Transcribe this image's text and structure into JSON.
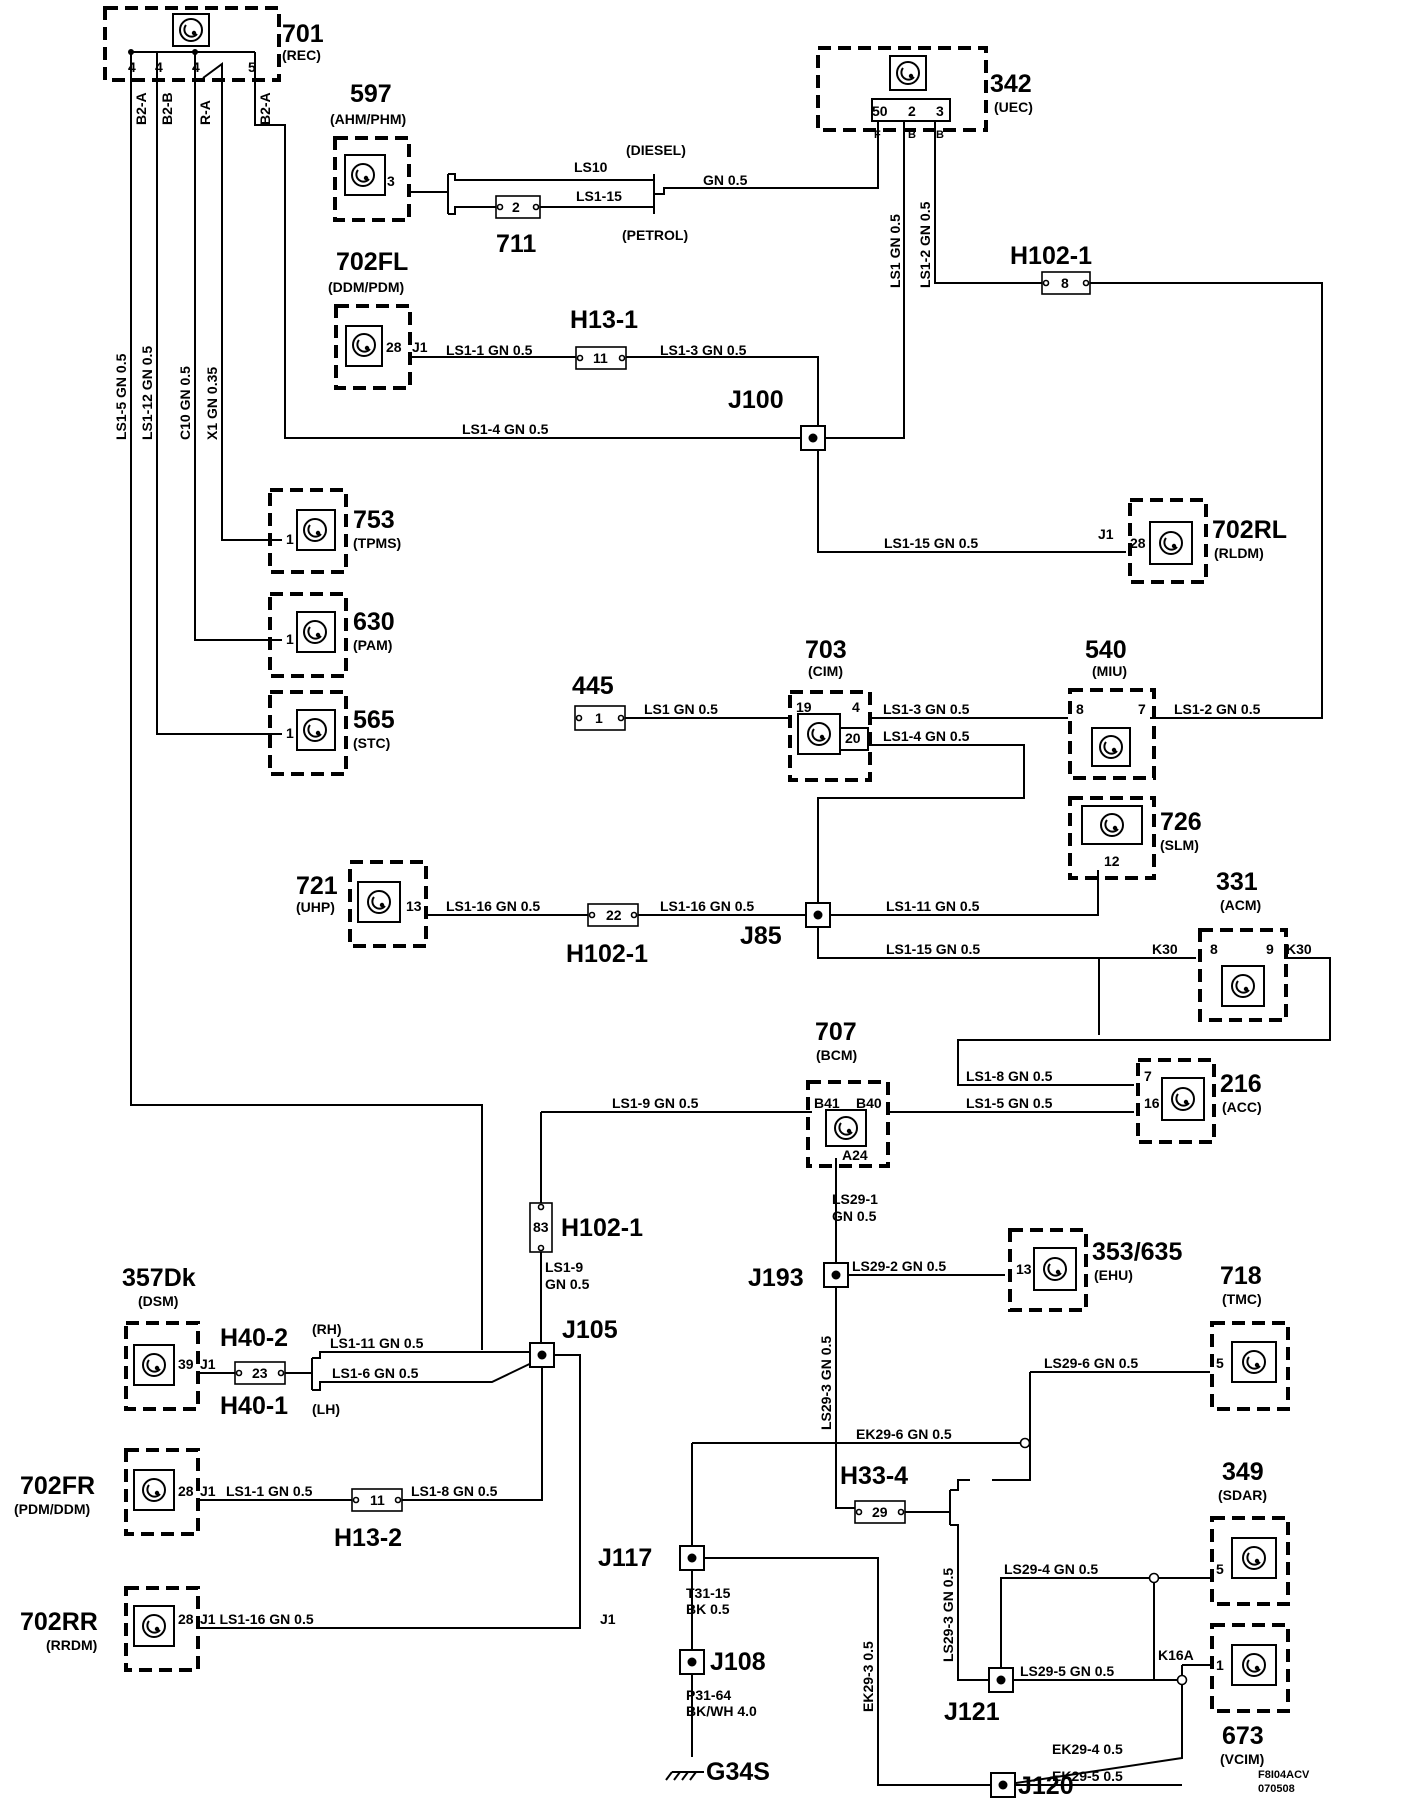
{
  "code": {
    "line1": "F8I04ACV",
    "line2": "070508"
  },
  "components": [
    {
      "id": "701",
      "name": "(REC)"
    },
    {
      "id": "597",
      "name": "(AHM/PHM)"
    },
    {
      "id": "342",
      "name": "(UEC)"
    },
    {
      "id": "711",
      "name": ""
    },
    {
      "id": "702FL",
      "name": "(DDM/PDM)"
    },
    {
      "id": "753",
      "name": "(TPMS)"
    },
    {
      "id": "630",
      "name": "(PAM)"
    },
    {
      "id": "565",
      "name": "(STC)"
    },
    {
      "id": "702RL",
      "name": "(RLDM)"
    },
    {
      "id": "445",
      "name": ""
    },
    {
      "id": "703",
      "name": "(CIM)"
    },
    {
      "id": "540",
      "name": "(MIU)"
    },
    {
      "id": "726",
      "name": "(SLM)"
    },
    {
      "id": "721",
      "name": "(UHP)"
    },
    {
      "id": "331",
      "name": "(ACM)"
    },
    {
      "id": "707",
      "name": "(BCM)"
    },
    {
      "id": "216",
      "name": "(ACC)"
    },
    {
      "id": "353/635",
      "name": "(EHU)"
    },
    {
      "id": "718",
      "name": "(TMC)"
    },
    {
      "id": "357Dk",
      "name": "(DSM)"
    },
    {
      "id": "702FR",
      "name": "(PDM/DDM)"
    },
    {
      "id": "702RR",
      "name": "(RRDM)"
    },
    {
      "id": "349",
      "name": "(SDAR)"
    },
    {
      "id": "673",
      "name": "(VCIM)"
    }
  ],
  "connectors": [
    "H102-1",
    "H13-1",
    "H102-1",
    "H102-1",
    "H40-2",
    "H40-1",
    "H13-2",
    "H33-4"
  ],
  "connector_notes": {
    "rh": "(RH)",
    "lh": "(LH)",
    "diesel": "(DIESEL)",
    "petrol": "(PETROL)"
  },
  "junctions": [
    "J100",
    "J85",
    "J105",
    "J193",
    "J117",
    "J108",
    "J121",
    "J120"
  ],
  "ground": "G34S",
  "wires": [
    "B2-A",
    "B2-B",
    "R-A",
    "B2-A",
    "LS1-5   GN 0.5",
    "LS1-12   GN 0.5",
    "C10  GN 0.5",
    "X1  GN 0.35",
    "LS10",
    "LS1-15",
    "GN   0.5",
    "LS1   GN   0.5",
    "LS1-2  GN  0.5",
    "LS1-1 GN 0.5",
    "LS1-3  GN  0.5",
    "LS1-4     GN  0.5",
    "LS1-15  GN  0.5",
    "LS1   GN   0.5",
    "LS1-3  GN  0.5",
    "LS1-4  GN  0.5",
    "LS1-2   GN   0.5",
    "LS1-16  GN   0.5",
    "LS1-16  GN  0.5",
    "LS1-11  GN  0.5",
    "LS1-15  GN  0.5",
    "LS1-8  GN  0.5",
    "LS1-5  GN  0.5",
    "LS1-9   GN   0.5",
    "LS1-9",
    "GN 0.5",
    "LS29-1",
    "GN  0.5",
    "LS29-2  GN  0.5",
    "LS1-11  GN   0.5",
    "LS1-6  GN   0.5",
    "LS29-6  GN  0.5",
    "EK29-6  GN  0.5",
    "LS29-3   GN   0.5",
    "LS1-1   GN   0.5",
    "LS1-8  GN  0.5",
    "LS29-4   GN    0.5",
    "J1 LS1-16  GN   0.5",
    "T31-15",
    "BK 0.5",
    "EK29-3   0.5",
    "LS29-3 GN 0.5",
    "LS29-5  GN 0.5",
    "P31-64",
    "BK/WH  4.0",
    "EK29-4  0.5",
    "EK29-5  0.5",
    "J1",
    "K30",
    "K30",
    "K16A",
    "J1",
    "J1",
    "J1",
    "J1"
  ],
  "pins": {
    "701": [
      "4",
      "4",
      "4",
      "5"
    ],
    "597": "3",
    "711": "2",
    "342": [
      "50",
      "2",
      "3"
    ],
    "342_letters": [
      "F",
      "B",
      "B"
    ],
    "702FL": "28",
    "h13_1": "11",
    "h102_top": "8",
    "753": "1",
    "630": "1",
    "565": "1",
    "702RL": "28",
    "445": "1",
    "703": [
      "19",
      "4",
      "20"
    ],
    "540": [
      "8",
      "7"
    ],
    "726": "12",
    "721": "13",
    "h102_mid": "22",
    "331": [
      "8",
      "9"
    ],
    "707": [
      "B41",
      "B40",
      "A24"
    ],
    "216": [
      "7",
      "16"
    ],
    "h102_low": "83",
    "353": "13",
    "718": "5",
    "357Dk": "39",
    "h40": "23",
    "702FR": "28",
    "h13_2": "11",
    "h33": "29",
    "349": "5",
    "702RR": "28",
    "673": "1"
  }
}
